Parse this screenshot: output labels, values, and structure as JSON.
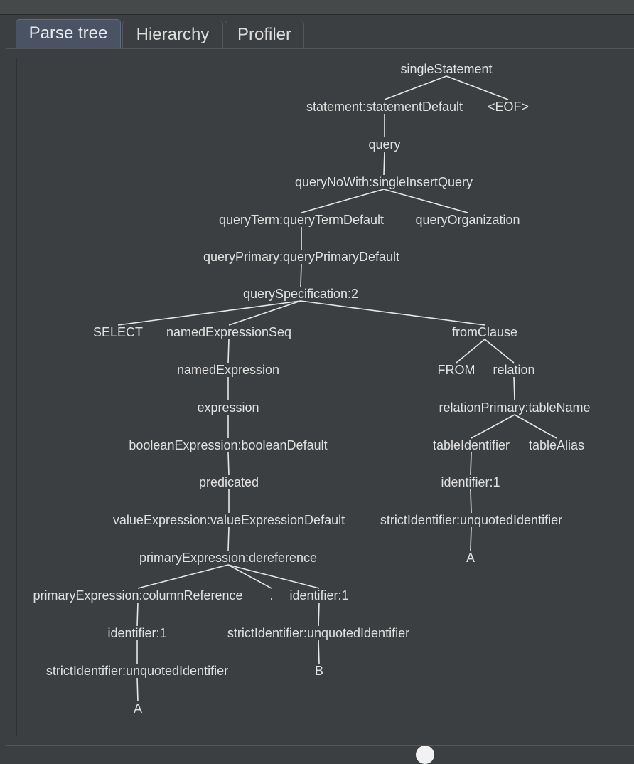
{
  "tabs": [
    {
      "label": "Parse tree",
      "active": true
    },
    {
      "label": "Hierarchy",
      "active": false
    },
    {
      "label": "Profiler",
      "active": false
    }
  ],
  "tree": {
    "nodes": [
      {
        "id": "singleStatement",
        "label": "singleStatement"
      },
      {
        "id": "statement",
        "label": "statement:statementDefault"
      },
      {
        "id": "eof",
        "label": "<EOF>"
      },
      {
        "id": "query",
        "label": "query"
      },
      {
        "id": "queryNoWith",
        "label": "queryNoWith:singleInsertQuery"
      },
      {
        "id": "queryTerm",
        "label": "queryTerm:queryTermDefault"
      },
      {
        "id": "queryOrganization",
        "label": "queryOrganization"
      },
      {
        "id": "queryPrimary",
        "label": "queryPrimary:queryPrimaryDefault"
      },
      {
        "id": "querySpecification",
        "label": "querySpecification:2"
      },
      {
        "id": "select",
        "label": "SELECT"
      },
      {
        "id": "namedExpressionSeq",
        "label": "namedExpressionSeq"
      },
      {
        "id": "fromClause",
        "label": "fromClause"
      },
      {
        "id": "namedExpression",
        "label": "namedExpression"
      },
      {
        "id": "from",
        "label": "FROM"
      },
      {
        "id": "relation",
        "label": "relation"
      },
      {
        "id": "expression",
        "label": "expression"
      },
      {
        "id": "relationPrimary",
        "label": "relationPrimary:tableName"
      },
      {
        "id": "booleanExpression",
        "label": "booleanExpression:booleanDefault"
      },
      {
        "id": "tableIdentifier",
        "label": "tableIdentifier"
      },
      {
        "id": "tableAlias",
        "label": "tableAlias"
      },
      {
        "id": "predicated",
        "label": "predicated"
      },
      {
        "id": "identifierR",
        "label": "identifier:1"
      },
      {
        "id": "valueExpression",
        "label": "valueExpression:valueExpressionDefault"
      },
      {
        "id": "strictIdentifierR",
        "label": "strictIdentifier:unquotedIdentifier"
      },
      {
        "id": "primaryExpressionDeref",
        "label": "primaryExpression:dereference"
      },
      {
        "id": "leafAR",
        "label": "A"
      },
      {
        "id": "primaryExpressionCol",
        "label": "primaryExpression:columnReference"
      },
      {
        "id": "dot",
        "label": "."
      },
      {
        "id": "identifierB",
        "label": "identifier:1"
      },
      {
        "id": "identifierA",
        "label": "identifier:1"
      },
      {
        "id": "strictIdentifierB",
        "label": "strictIdentifier:unquotedIdentifier"
      },
      {
        "id": "strictIdentifierA",
        "label": "strictIdentifier:unquotedIdentifier"
      },
      {
        "id": "leafB",
        "label": "B"
      },
      {
        "id": "leafA",
        "label": "A"
      }
    ],
    "edges": [
      [
        "singleStatement",
        "statement"
      ],
      [
        "singleStatement",
        "eof"
      ],
      [
        "statement",
        "query"
      ],
      [
        "query",
        "queryNoWith"
      ],
      [
        "queryNoWith",
        "queryTerm"
      ],
      [
        "queryNoWith",
        "queryOrganization"
      ],
      [
        "queryTerm",
        "queryPrimary"
      ],
      [
        "queryPrimary",
        "querySpecification"
      ],
      [
        "querySpecification",
        "select"
      ],
      [
        "querySpecification",
        "namedExpressionSeq"
      ],
      [
        "querySpecification",
        "fromClause"
      ],
      [
        "namedExpressionSeq",
        "namedExpression"
      ],
      [
        "fromClause",
        "from"
      ],
      [
        "fromClause",
        "relation"
      ],
      [
        "namedExpression",
        "expression"
      ],
      [
        "relation",
        "relationPrimary"
      ],
      [
        "expression",
        "booleanExpression"
      ],
      [
        "relationPrimary",
        "tableIdentifier"
      ],
      [
        "relationPrimary",
        "tableAlias"
      ],
      [
        "booleanExpression",
        "predicated"
      ],
      [
        "tableIdentifier",
        "identifierR"
      ],
      [
        "predicated",
        "valueExpression"
      ],
      [
        "identifierR",
        "strictIdentifierR"
      ],
      [
        "valueExpression",
        "primaryExpressionDeref"
      ],
      [
        "strictIdentifierR",
        "leafAR"
      ],
      [
        "primaryExpressionDeref",
        "primaryExpressionCol"
      ],
      [
        "primaryExpressionDeref",
        "dot"
      ],
      [
        "primaryExpressionDeref",
        "identifierB"
      ],
      [
        "primaryExpressionCol",
        "identifierA"
      ],
      [
        "identifierB",
        "strictIdentifierB"
      ],
      [
        "identifierA",
        "strictIdentifierA"
      ],
      [
        "strictIdentifierB",
        "leafB"
      ],
      [
        "strictIdentifierA",
        "leafA"
      ]
    ]
  }
}
